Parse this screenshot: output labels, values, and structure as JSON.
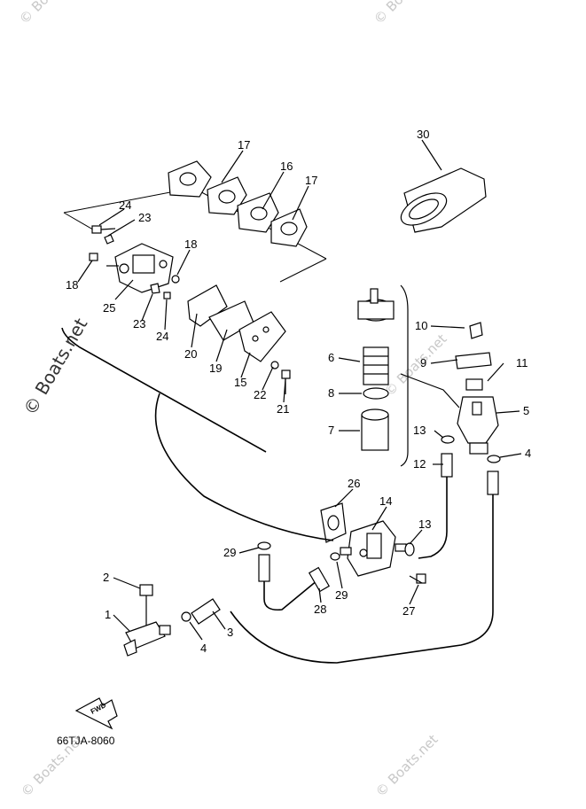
{
  "watermarks": {
    "top_left": "© Boats.net",
    "top_right": "© Boats.net",
    "side": "© Boats.net",
    "mid": "© Boats.net",
    "bottom_left": "© Boats.net",
    "bottom_right": "© Boats.net"
  },
  "diagram_code": "66TJA-8060",
  "fwd_label": "FWD",
  "callouts": {
    "c1": "1",
    "c2": "2",
    "c3": "3",
    "c4a": "4",
    "c4b": "4",
    "c5": "5",
    "c6": "6",
    "c7": "7",
    "c8": "8",
    "c9": "9",
    "c10": "10",
    "c11": "11",
    "c12": "12",
    "c13a": "13",
    "c13b": "13",
    "c14": "14",
    "c15": "15",
    "c16": "16",
    "c17a": "17",
    "c17b": "17",
    "c18a": "18",
    "c18b": "18",
    "c19": "19",
    "c20": "20",
    "c21": "21",
    "c22": "22",
    "c23a": "23",
    "c23b": "23",
    "c24a": "24",
    "c24b": "24",
    "c25": "25",
    "c26": "26",
    "c27": "27",
    "c28": "28",
    "c29a": "29",
    "c29b": "29",
    "c30": "30"
  }
}
